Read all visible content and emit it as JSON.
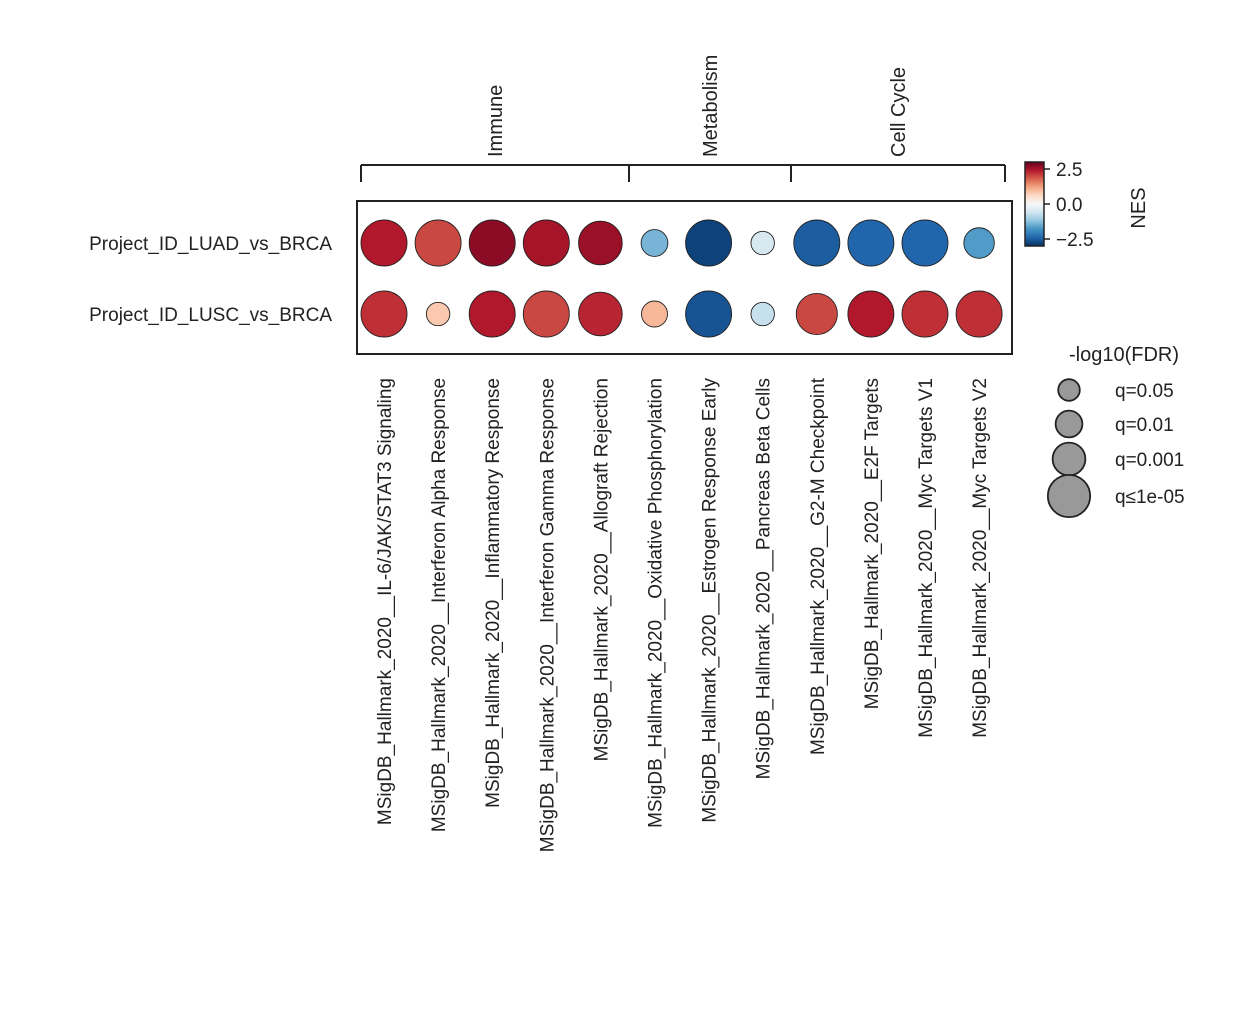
{
  "chart_data": {
    "type": "scatter",
    "subtype": "dot-matrix",
    "rows": [
      "Project_ID_LUAD_vs_BRCA",
      "Project_ID_LUSC_vs_BRCA"
    ],
    "columns": [
      "MSigDB_Hallmark_2020__IL-6/JAK/STAT3 Signaling",
      "MSigDB_Hallmark_2020__Interferon Alpha Response",
      "MSigDB_Hallmark_2020__Inflammatory Response",
      "MSigDB_Hallmark_2020__Interferon Gamma Response",
      "MSigDB_Hallmark_2020__Allograft Rejection",
      "MSigDB_Hallmark_2020__Oxidative Phosphorylation",
      "MSigDB_Hallmark_2020__Estrogen Response Early",
      "MSigDB_Hallmark_2020__Pancreas Beta Cells",
      "MSigDB_Hallmark_2020__G2-M Checkpoint",
      "MSigDB_Hallmark_2020__E2F Targets",
      "MSigDB_Hallmark_2020__Myc Targets V1",
      "MSigDB_Hallmark_2020__Myc Targets V2"
    ],
    "groups": [
      {
        "label": "Immune",
        "start": 0,
        "end": 4
      },
      {
        "label": "Metabolism",
        "start": 5,
        "end": 7
      },
      {
        "label": "Cell Cycle",
        "start": 8,
        "end": 11
      }
    ],
    "nes": [
      [
        2.4,
        2.0,
        2.7,
        2.5,
        2.6,
        -1.4,
        -2.8,
        -0.5,
        -2.5,
        -2.4,
        -2.4,
        -1.7
      ],
      [
        2.2,
        0.8,
        2.4,
        2.0,
        2.3,
        1.0,
        -2.6,
        -0.7,
        2.0,
        2.4,
        2.2,
        2.2
      ]
    ],
    "neg_log10_fdr": [
      [
        5.0,
        5.0,
        5.0,
        5.0,
        4.5,
        1.7,
        5.0,
        1.3,
        5.0,
        5.0,
        5.0,
        2.2
      ],
      [
        5.0,
        1.3,
        5.0,
        5.0,
        4.5,
        1.6,
        5.0,
        1.3,
        4.0,
        5.0,
        5.0,
        5.0
      ]
    ],
    "colorbar": {
      "label": "NES",
      "ticks": [
        2.5,
        0.0,
        -2.5
      ],
      "tick_labels": [
        "2.5",
        "0.0",
        "−2.5"
      ],
      "range": [
        -3,
        3
      ],
      "colormap": "RdBu_r"
    },
    "size_legend": {
      "title": "-log10(FDR)",
      "entries": [
        {
          "label": "q=0.05",
          "value": 1.3
        },
        {
          "label": "q=0.01",
          "value": 2.0
        },
        {
          "label": "q=0.001",
          "value": 3.0
        },
        {
          "label": "q≤1e-05",
          "value": 5.0
        }
      ]
    },
    "colors": {
      "marker_edge": "#222222",
      "legend_marker": "#999999",
      "frame": "#222222"
    }
  }
}
